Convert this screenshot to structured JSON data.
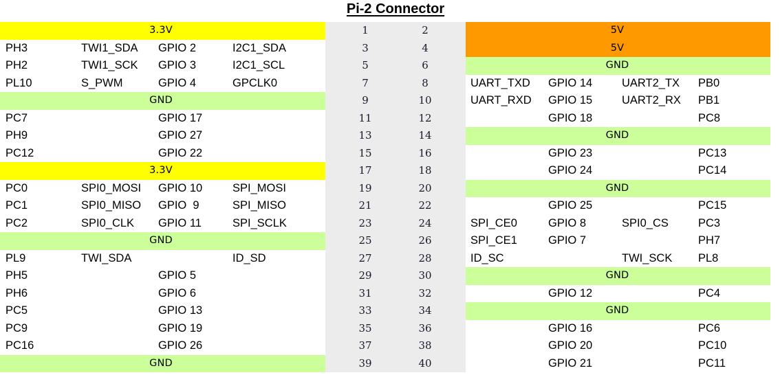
{
  "title": "Pi-2 Connector",
  "colors": {
    "power_3v3": "#FFFF00",
    "power_5v": "#FF9900",
    "ground": "#CCFF99",
    "pin_column_bg": "#ECECEC",
    "page_bg": "#FFFFFF",
    "text": "#000000"
  },
  "labels": {
    "v33": "3.3V",
    "v5": "5V",
    "gnd": "GND"
  },
  "pins": {
    "odd": [
      "1",
      "3",
      "5",
      "7",
      "9",
      "11",
      "13",
      "15",
      "17",
      "19",
      "21",
      "23",
      "25",
      "27",
      "29",
      "31",
      "33",
      "35",
      "37",
      "39"
    ],
    "even": [
      "2",
      "4",
      "6",
      "8",
      "10",
      "12",
      "14",
      "16",
      "18",
      "20",
      "22",
      "24",
      "26",
      "28",
      "30",
      "32",
      "34",
      "36",
      "38",
      "40"
    ]
  },
  "left_rows": [
    {
      "type": "banner",
      "label": "3.3V",
      "fill": "v33"
    },
    {
      "type": "data",
      "c1": "PH3",
      "c2": "TWI1_SDA",
      "c3": "GPIO 2",
      "c4": "I2C1_SDA"
    },
    {
      "type": "data",
      "c1": "PH2",
      "c2": "TWI1_SCK",
      "c3": "GPIO 3",
      "c4": "I2C1_SCL"
    },
    {
      "type": "data",
      "c1": "PL10",
      "c2": "S_PWM",
      "c3": "GPIO 4",
      "c4": "GPCLK0"
    },
    {
      "type": "banner",
      "label": "GND",
      "fill": "gnd"
    },
    {
      "type": "data",
      "c1": "PC7",
      "c2": "",
      "c3": "GPIO 17",
      "c4": ""
    },
    {
      "type": "data",
      "c1": "PH9",
      "c2": "",
      "c3": "GPIO 27",
      "c4": ""
    },
    {
      "type": "data",
      "c1": "PC12",
      "c2": "",
      "c3": "GPIO 22",
      "c4": ""
    },
    {
      "type": "banner",
      "label": "3.3V",
      "fill": "v33"
    },
    {
      "type": "data",
      "c1": "PC0",
      "c2": "SPI0_MOSI",
      "c3": "GPIO 10",
      "c4": "SPI_MOSI"
    },
    {
      "type": "data",
      "c1": "PC1",
      "c2": "SPI0_MISO",
      "c3": "GPIO  9",
      "c4": "SPI_MISO"
    },
    {
      "type": "data",
      "c1": "PC2",
      "c2": "SPI0_CLK",
      "c3": "GPIO 11",
      "c4": "SPI_SCLK"
    },
    {
      "type": "banner",
      "label": "GND",
      "fill": "gnd"
    },
    {
      "type": "data",
      "c1": "PL9",
      "c2": "TWI_SDA",
      "c3": "",
      "c4": "ID_SD"
    },
    {
      "type": "data",
      "c1": "PH5",
      "c2": "",
      "c3": "GPIO 5",
      "c4": ""
    },
    {
      "type": "data",
      "c1": "PH6",
      "c2": "",
      "c3": "GPIO 6",
      "c4": ""
    },
    {
      "type": "data",
      "c1": "PC5",
      "c2": "",
      "c3": "GPIO 13",
      "c4": ""
    },
    {
      "type": "data",
      "c1": "PC9",
      "c2": "",
      "c3": "GPIO 19",
      "c4": ""
    },
    {
      "type": "data",
      "c1": "PC16",
      "c2": "",
      "c3": "GPIO 26",
      "c4": ""
    },
    {
      "type": "banner",
      "label": "GND",
      "fill": "gnd"
    }
  ],
  "right_rows": [
    {
      "type": "v5block",
      "label1": "5V",
      "label2": "5V",
      "fill": "v5"
    },
    {
      "type": "banner",
      "label": "GND",
      "fill": "gnd"
    },
    {
      "type": "data",
      "c1": "UART_TXD",
      "c2": "GPIO 14",
      "c3": "UART2_TX",
      "c4": "PB0"
    },
    {
      "type": "data",
      "c1": "UART_RXD",
      "c2": "GPIO 15",
      "c3": "UART2_RX",
      "c4": "PB1"
    },
    {
      "type": "data",
      "c1": "",
      "c2": "GPIO 18",
      "c3": "",
      "c4": "PC8"
    },
    {
      "type": "banner",
      "label": "GND",
      "fill": "gnd"
    },
    {
      "type": "data",
      "c1": "",
      "c2": "GPIO 23",
      "c3": "",
      "c4": "PC13"
    },
    {
      "type": "data",
      "c1": "",
      "c2": "GPIO 24",
      "c3": "",
      "c4": "PC14"
    },
    {
      "type": "banner",
      "label": "GND",
      "fill": "gnd"
    },
    {
      "type": "data",
      "c1": "",
      "c2": "GPIO 25",
      "c3": "",
      "c4": "PC15"
    },
    {
      "type": "data",
      "c1": "SPI_CE0",
      "c2": "GPIO 8",
      "c3": "SPI0_CS",
      "c4": "PC3"
    },
    {
      "type": "data",
      "c1": "SPI_CE1",
      "c2": "GPIO 7",
      "c3": "",
      "c4": "PH7"
    },
    {
      "type": "data",
      "c1": "ID_SC",
      "c2": "",
      "c3": "TWI_SCK",
      "c4": "PL8"
    },
    {
      "type": "banner",
      "label": "GND",
      "fill": "gnd"
    },
    {
      "type": "data",
      "c1": "",
      "c2": "GPIO 12",
      "c3": "",
      "c4": "PC4"
    },
    {
      "type": "banner",
      "label": "GND",
      "fill": "gnd"
    },
    {
      "type": "data",
      "c1": "",
      "c2": "GPIO 16",
      "c3": "",
      "c4": "PC6"
    },
    {
      "type": "data",
      "c1": "",
      "c2": "GPIO 20",
      "c3": "",
      "c4": "PC10"
    },
    {
      "type": "data",
      "c1": "",
      "c2": "GPIO 21",
      "c3": "",
      "c4": "PC11"
    }
  ]
}
